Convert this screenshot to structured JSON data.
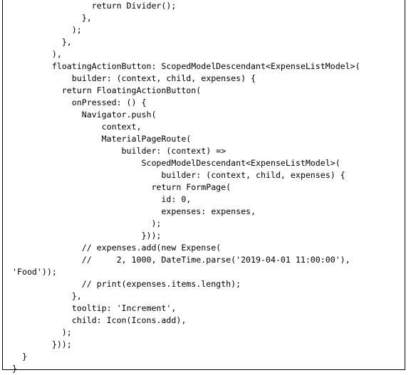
{
  "code": {
    "lines": [
      "                return Divider();",
      "              },",
      "            );",
      "          },",
      "        ),",
      "        floatingActionButton: ScopedModelDescendant<ExpenseListModel>(",
      "            builder: (context, child, expenses) {",
      "          return FloatingActionButton(",
      "            onPressed: () {",
      "              Navigator.push(",
      "                  context,",
      "                  MaterialPageRoute(",
      "                      builder: (context) =>",
      "                          ScopedModelDescendant<ExpenseListModel>(",
      "                              builder: (context, child, expenses) {",
      "                            return FormPage(",
      "                              id: 0,",
      "                              expenses: expenses,",
      "                            );",
      "                          }));",
      "              // expenses.add(new Expense(",
      "              //     2, 1000, DateTime.parse('2019-04-01 11:00:00'),",
      "'Food'));",
      "              // print(expenses.items.length);",
      "            },",
      "            tooltip: 'Increment',",
      "            child: Icon(Icons.add),",
      "          );",
      "        }));",
      "  }",
      "}"
    ]
  }
}
